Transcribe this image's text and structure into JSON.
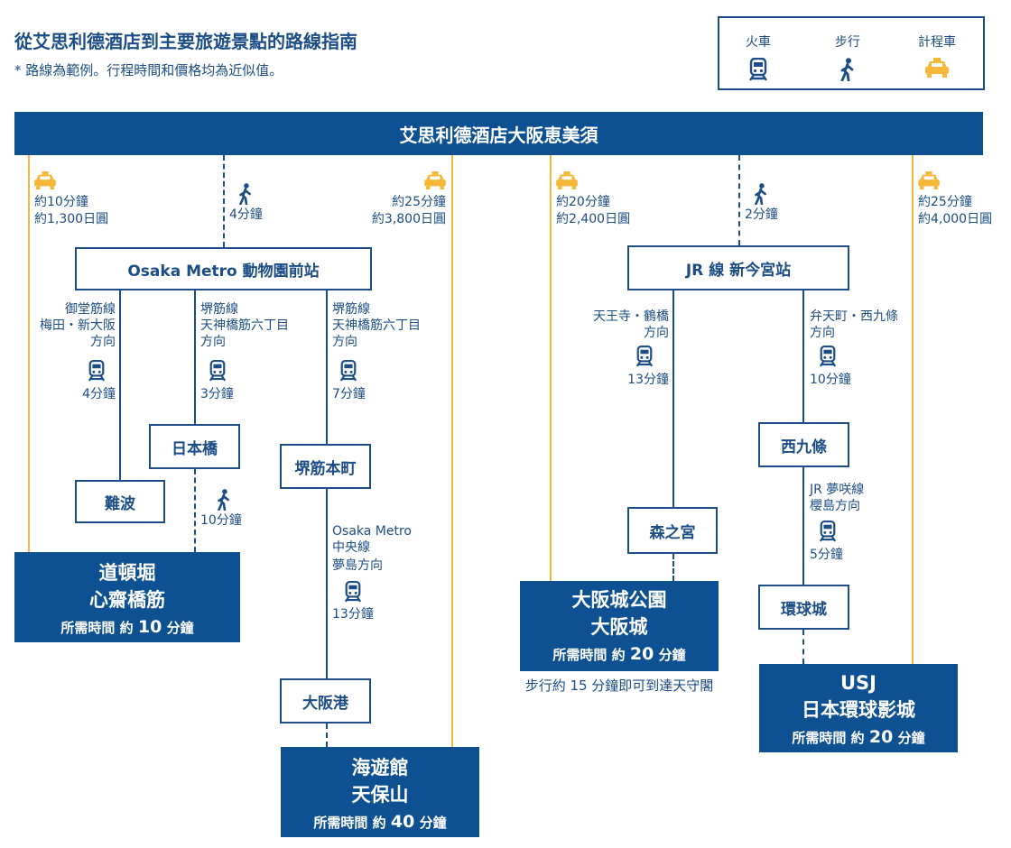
{
  "title": "從艾思利德酒店到主要旅遊景點的路線指南",
  "note": "* 路線為範例。行程時間和價格均為近似值。",
  "legend": {
    "train": "火車",
    "walk": "步行",
    "taxi": "計程車"
  },
  "colors": {
    "primary": "#0e5193",
    "taxi_line": "#f5b83a",
    "taxi_icon": "#f5b83a"
  },
  "hotel": "艾思利德酒店大阪恵美須",
  "routes": {
    "taxi_dotonbori": {
      "time": "約10分鐘",
      "price": "約1,300日圓"
    },
    "walk_dobutsuen": {
      "time": "4分鐘"
    },
    "taxi_aquarium": {
      "time": "約25分鐘",
      "price": "約3,800日圓"
    },
    "taxi_castle": {
      "time": "約20分鐘",
      "price": "約2,400日圓"
    },
    "walk_shinimamiya": {
      "time": "2分鐘"
    },
    "taxi_usj": {
      "time": "約25分鐘",
      "price": "約4,000日圓"
    }
  },
  "stations": {
    "dobutsuen": "Osaka Metro 動物園前站",
    "shinimamiya": "JR 線  新今宮站",
    "namba": "難波",
    "nippombashi": "日本橋",
    "sakaisuji_hommachi": "堺筋本町",
    "osakako": "大阪港",
    "morinomiya": "森之宮",
    "nishikujo": "西九條",
    "universal_city": "環球城"
  },
  "lines": {
    "midosuji": {
      "l1": "御堂筋線",
      "l2": "梅田・新大阪",
      "l3": "方向",
      "time": "4分鐘"
    },
    "sakaisuji_a": {
      "l1": "堺筋線",
      "l2": "天神橋筋六丁目",
      "l3": "方向",
      "time": "3分鐘"
    },
    "walk_nippombashi": {
      "time": "10分鐘"
    },
    "sakaisuji_b": {
      "l1": "堺筋線",
      "l2": "天神橋筋六丁目",
      "l3": "方向",
      "time": "7分鐘"
    },
    "chuo": {
      "l1": "Osaka Metro",
      "l2": "中央線",
      "l3": "夢島方向",
      "time": "13分鐘"
    },
    "loop_a": {
      "l1": "天王寺・鶴橋",
      "l2": "方向",
      "time": "13分鐘"
    },
    "loop_b": {
      "l1": "弁天町・西九條",
      "l2": "方向",
      "time": "10分鐘"
    },
    "yumesaki": {
      "l1": "JR 夢咲線",
      "l2": "櫻島方向",
      "time": "5分鐘"
    }
  },
  "destinations": {
    "dotonbori": {
      "name1": "道頓堀",
      "name2": "心齋橋筋",
      "prefix": "所需時間  約",
      "minutes": "10",
      "unit": "分鐘"
    },
    "aquarium": {
      "name1": "海遊館",
      "name2": "天保山",
      "prefix": "所需時間  約",
      "minutes": "40",
      "unit": "分鐘"
    },
    "castle": {
      "name1": "大阪城公園",
      "name2": "大阪城",
      "prefix": "所需時間  約",
      "minutes": "20",
      "unit": "分鐘"
    },
    "usj": {
      "name1": "USJ",
      "name2": "日本環球影城",
      "prefix": "所需時間  約",
      "minutes": "20",
      "unit": "分鐘"
    }
  },
  "castle_note": "步行約 15 分鐘即可到達天守閣",
  "icons": [
    "train-icon",
    "walk-icon",
    "taxi-icon"
  ]
}
